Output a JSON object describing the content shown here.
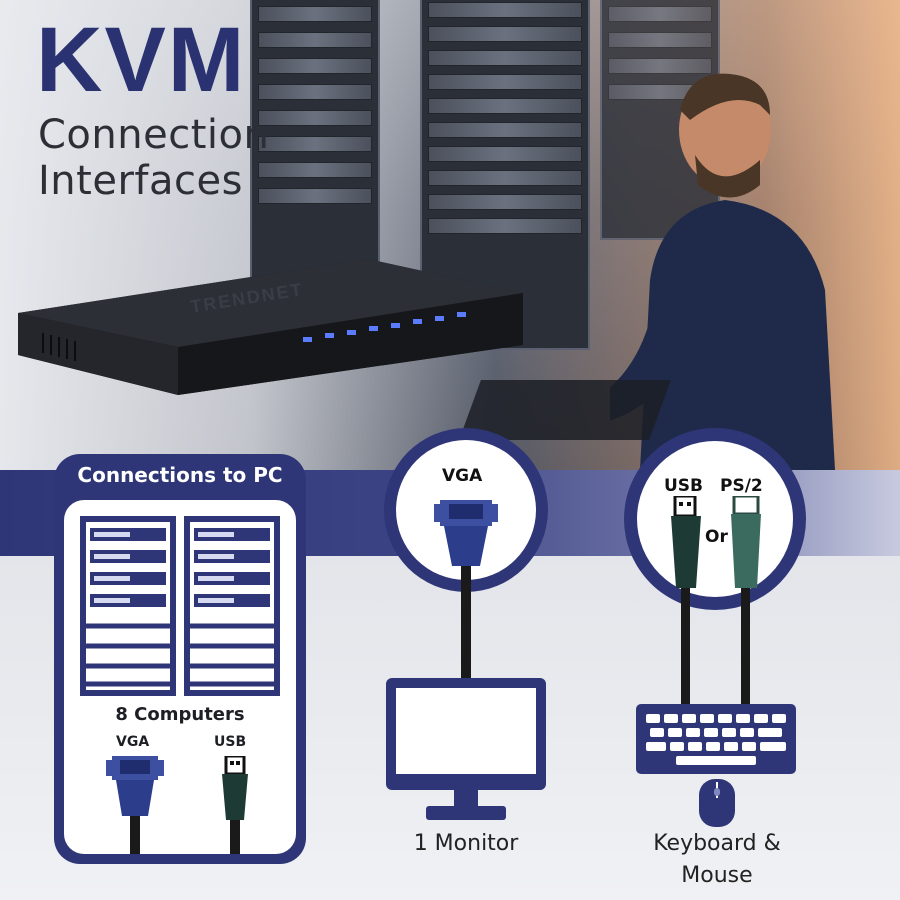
{
  "heading": {
    "title": "KVM",
    "subtitle_line1": "Connection",
    "subtitle_line2": "Interfaces"
  },
  "device": {
    "brand": "TRENDNET",
    "port_count": 8
  },
  "pc_panel": {
    "title": "Connections to PC",
    "computers_label": "8 Computers",
    "port_vga": "VGA",
    "port_usb": "USB"
  },
  "monitor_section": {
    "connector_label": "VGA",
    "caption": "1 Monitor"
  },
  "input_section": {
    "usb_label": "USB",
    "ps2_label": "PS/2",
    "or_label": "Or",
    "caption_line1": "Keyboard &",
    "caption_line2": "Mouse"
  },
  "colors": {
    "brand_navy": "#2f3677",
    "connector_blue": "#3c4fa0",
    "usb_green": "#1e3a34",
    "ps2_green": "#3b6a5e"
  }
}
